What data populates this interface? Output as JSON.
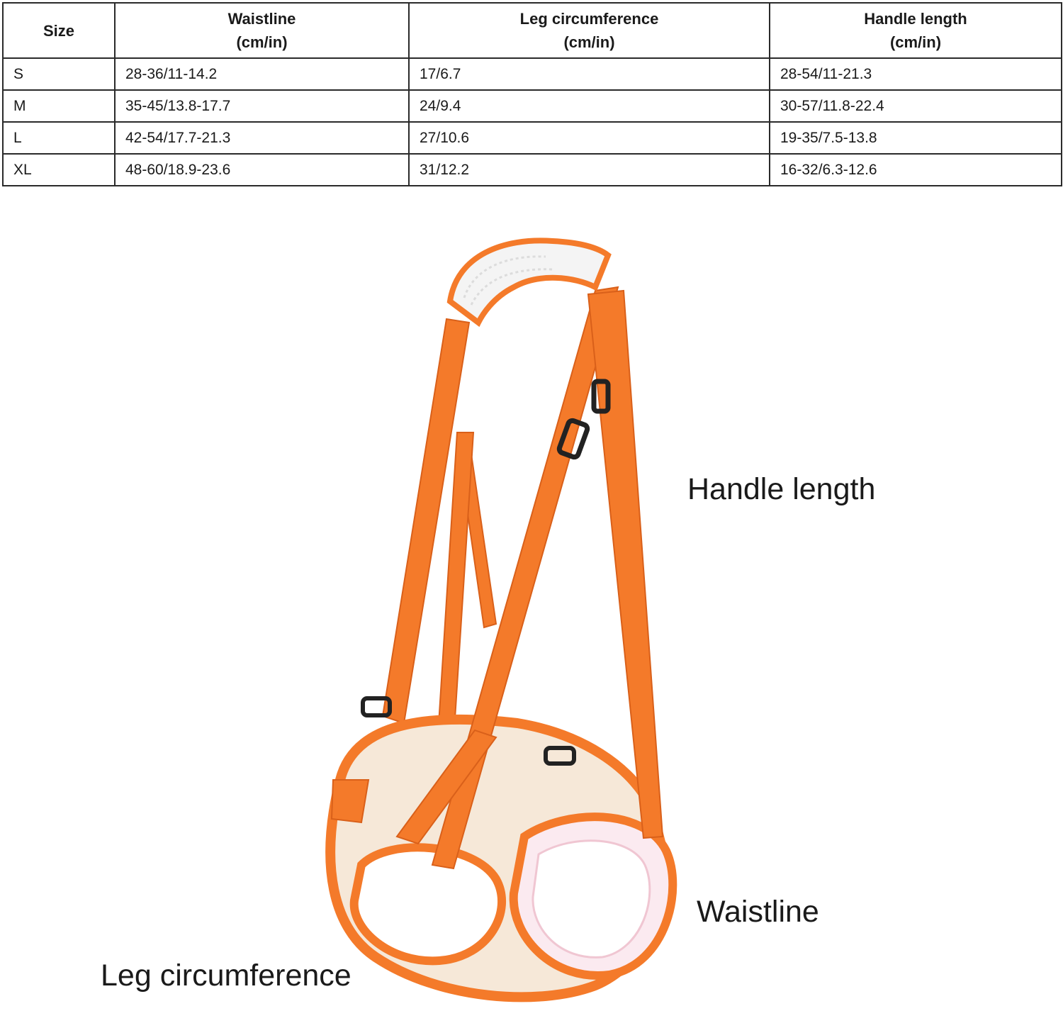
{
  "size_table": {
    "headers": [
      {
        "line1": "Size",
        "line2": ""
      },
      {
        "line1": "Waistline",
        "line2": "(cm/in)"
      },
      {
        "line1": "Leg circumference",
        "line2": "(cm/in)"
      },
      {
        "line1": "Handle length",
        "line2": "(cm/in)"
      }
    ],
    "rows": [
      [
        "S",
        "28-36/11-14.2",
        "17/6.7",
        "28-54/11-21.3"
      ],
      [
        "M",
        "35-45/13.8-17.7",
        "24/9.4",
        "30-57/11.8-22.4"
      ],
      [
        "L",
        "42-54/17.7-21.3",
        "27/10.6",
        "19-35/7.5-13.8"
      ],
      [
        "XL",
        "48-60/18.9-23.6",
        "31/12.2",
        "16-32/6.3-12.6"
      ]
    ]
  },
  "annotations": {
    "handle_length": "Handle length",
    "waistline": "Waistline",
    "leg_circumference": "Leg circumference"
  },
  "colors": {
    "strap": "#f47a2a",
    "strap_dark": "#d9601a",
    "fabric": "#f6e8d8",
    "mesh": "#fbeaf0",
    "buckle": "#222222"
  }
}
